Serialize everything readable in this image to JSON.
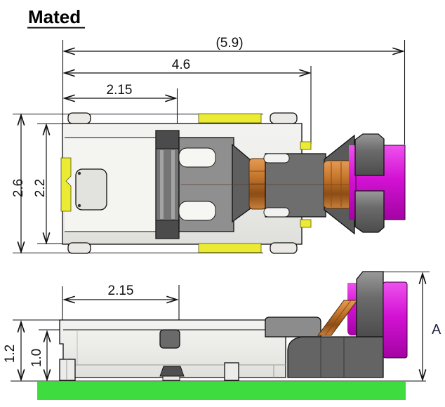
{
  "title": "Mated",
  "top_view": {
    "label": "top-section-view",
    "dimensions": {
      "overall_length_ref": "(5.9)",
      "housing_length": "4.6",
      "receptacle_length": "2.15",
      "overall_width": "2.6",
      "body_width": "2.2"
    }
  },
  "side_view": {
    "label": "side-section-view",
    "dimensions": {
      "receptacle_length": "2.15",
      "overall_height": "1.2",
      "body_height": "1.0",
      "mated_height": "A"
    }
  },
  "colors": {
    "solder_pad_yellow": "#ebeb33",
    "cable_jacket_magenta": "#d312d3",
    "wire_copper": "#c1762f",
    "pcb_green": "#3edc3e",
    "housing_light_gray": "#ececea",
    "plug_dark_gray": "#6e6e6e"
  }
}
